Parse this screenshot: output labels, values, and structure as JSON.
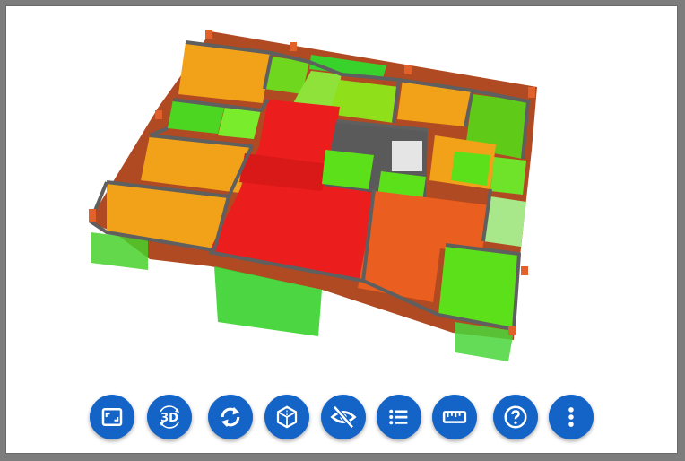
{
  "viewer": {
    "model_icon": "building-floor-plan-3d",
    "colors": {
      "orange": "#f2a219",
      "red": "#ec1d1d",
      "dark_orange": "#ea5f1f",
      "green": "#5ce01a",
      "light_green": "#79ec2b",
      "wall": "#6b6b6b",
      "brick": "#c85a2a",
      "toolbar_button": "#1463c7"
    }
  },
  "toolbar": {
    "buttons": [
      {
        "name": "fit-view-button",
        "icon": "fit-screen-icon",
        "label": ""
      },
      {
        "name": "view-3d-button",
        "icon": "rotate-3d-icon",
        "label": "3D"
      },
      {
        "name": "reset-view-button",
        "icon": "sync-icon",
        "label": ""
      },
      {
        "name": "wireframe-button",
        "icon": "cube-outline-icon",
        "label": ""
      },
      {
        "name": "hide-button",
        "icon": "eye-off-icon",
        "label": ""
      },
      {
        "name": "layers-list-button",
        "icon": "list-icon",
        "label": ""
      },
      {
        "name": "measure-button",
        "icon": "ruler-icon",
        "label": ""
      },
      {
        "name": "help-button",
        "icon": "help-circle-icon",
        "label": ""
      },
      {
        "name": "more-options-button",
        "icon": "more-vertical-icon",
        "label": ""
      }
    ]
  }
}
